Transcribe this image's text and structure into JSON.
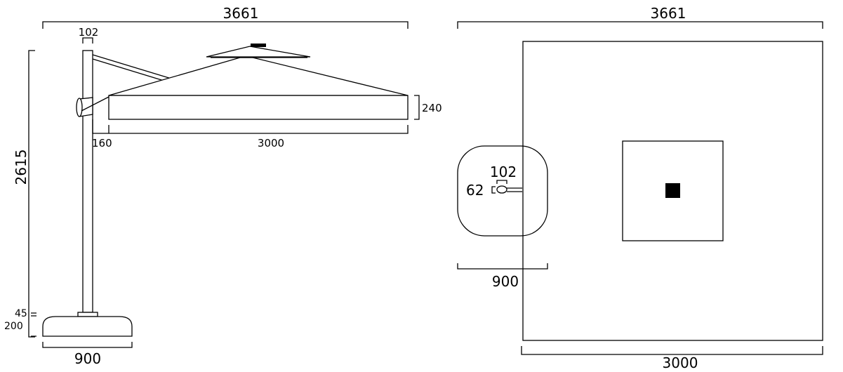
{
  "side_view": {
    "overall_width": "3661",
    "pole_width": "102",
    "canopy_depth": "240",
    "offset": "160",
    "canopy_width": "3000",
    "total_height": "2615",
    "plate_height": "45",
    "base_height": "200",
    "base_width": "900"
  },
  "top_view": {
    "overall_width": "3661",
    "pole_width": "102",
    "pole_depth": "62",
    "base_width": "900",
    "canopy_width": "3000"
  },
  "colors": {
    "line": "#000000",
    "background": "#ffffff"
  }
}
